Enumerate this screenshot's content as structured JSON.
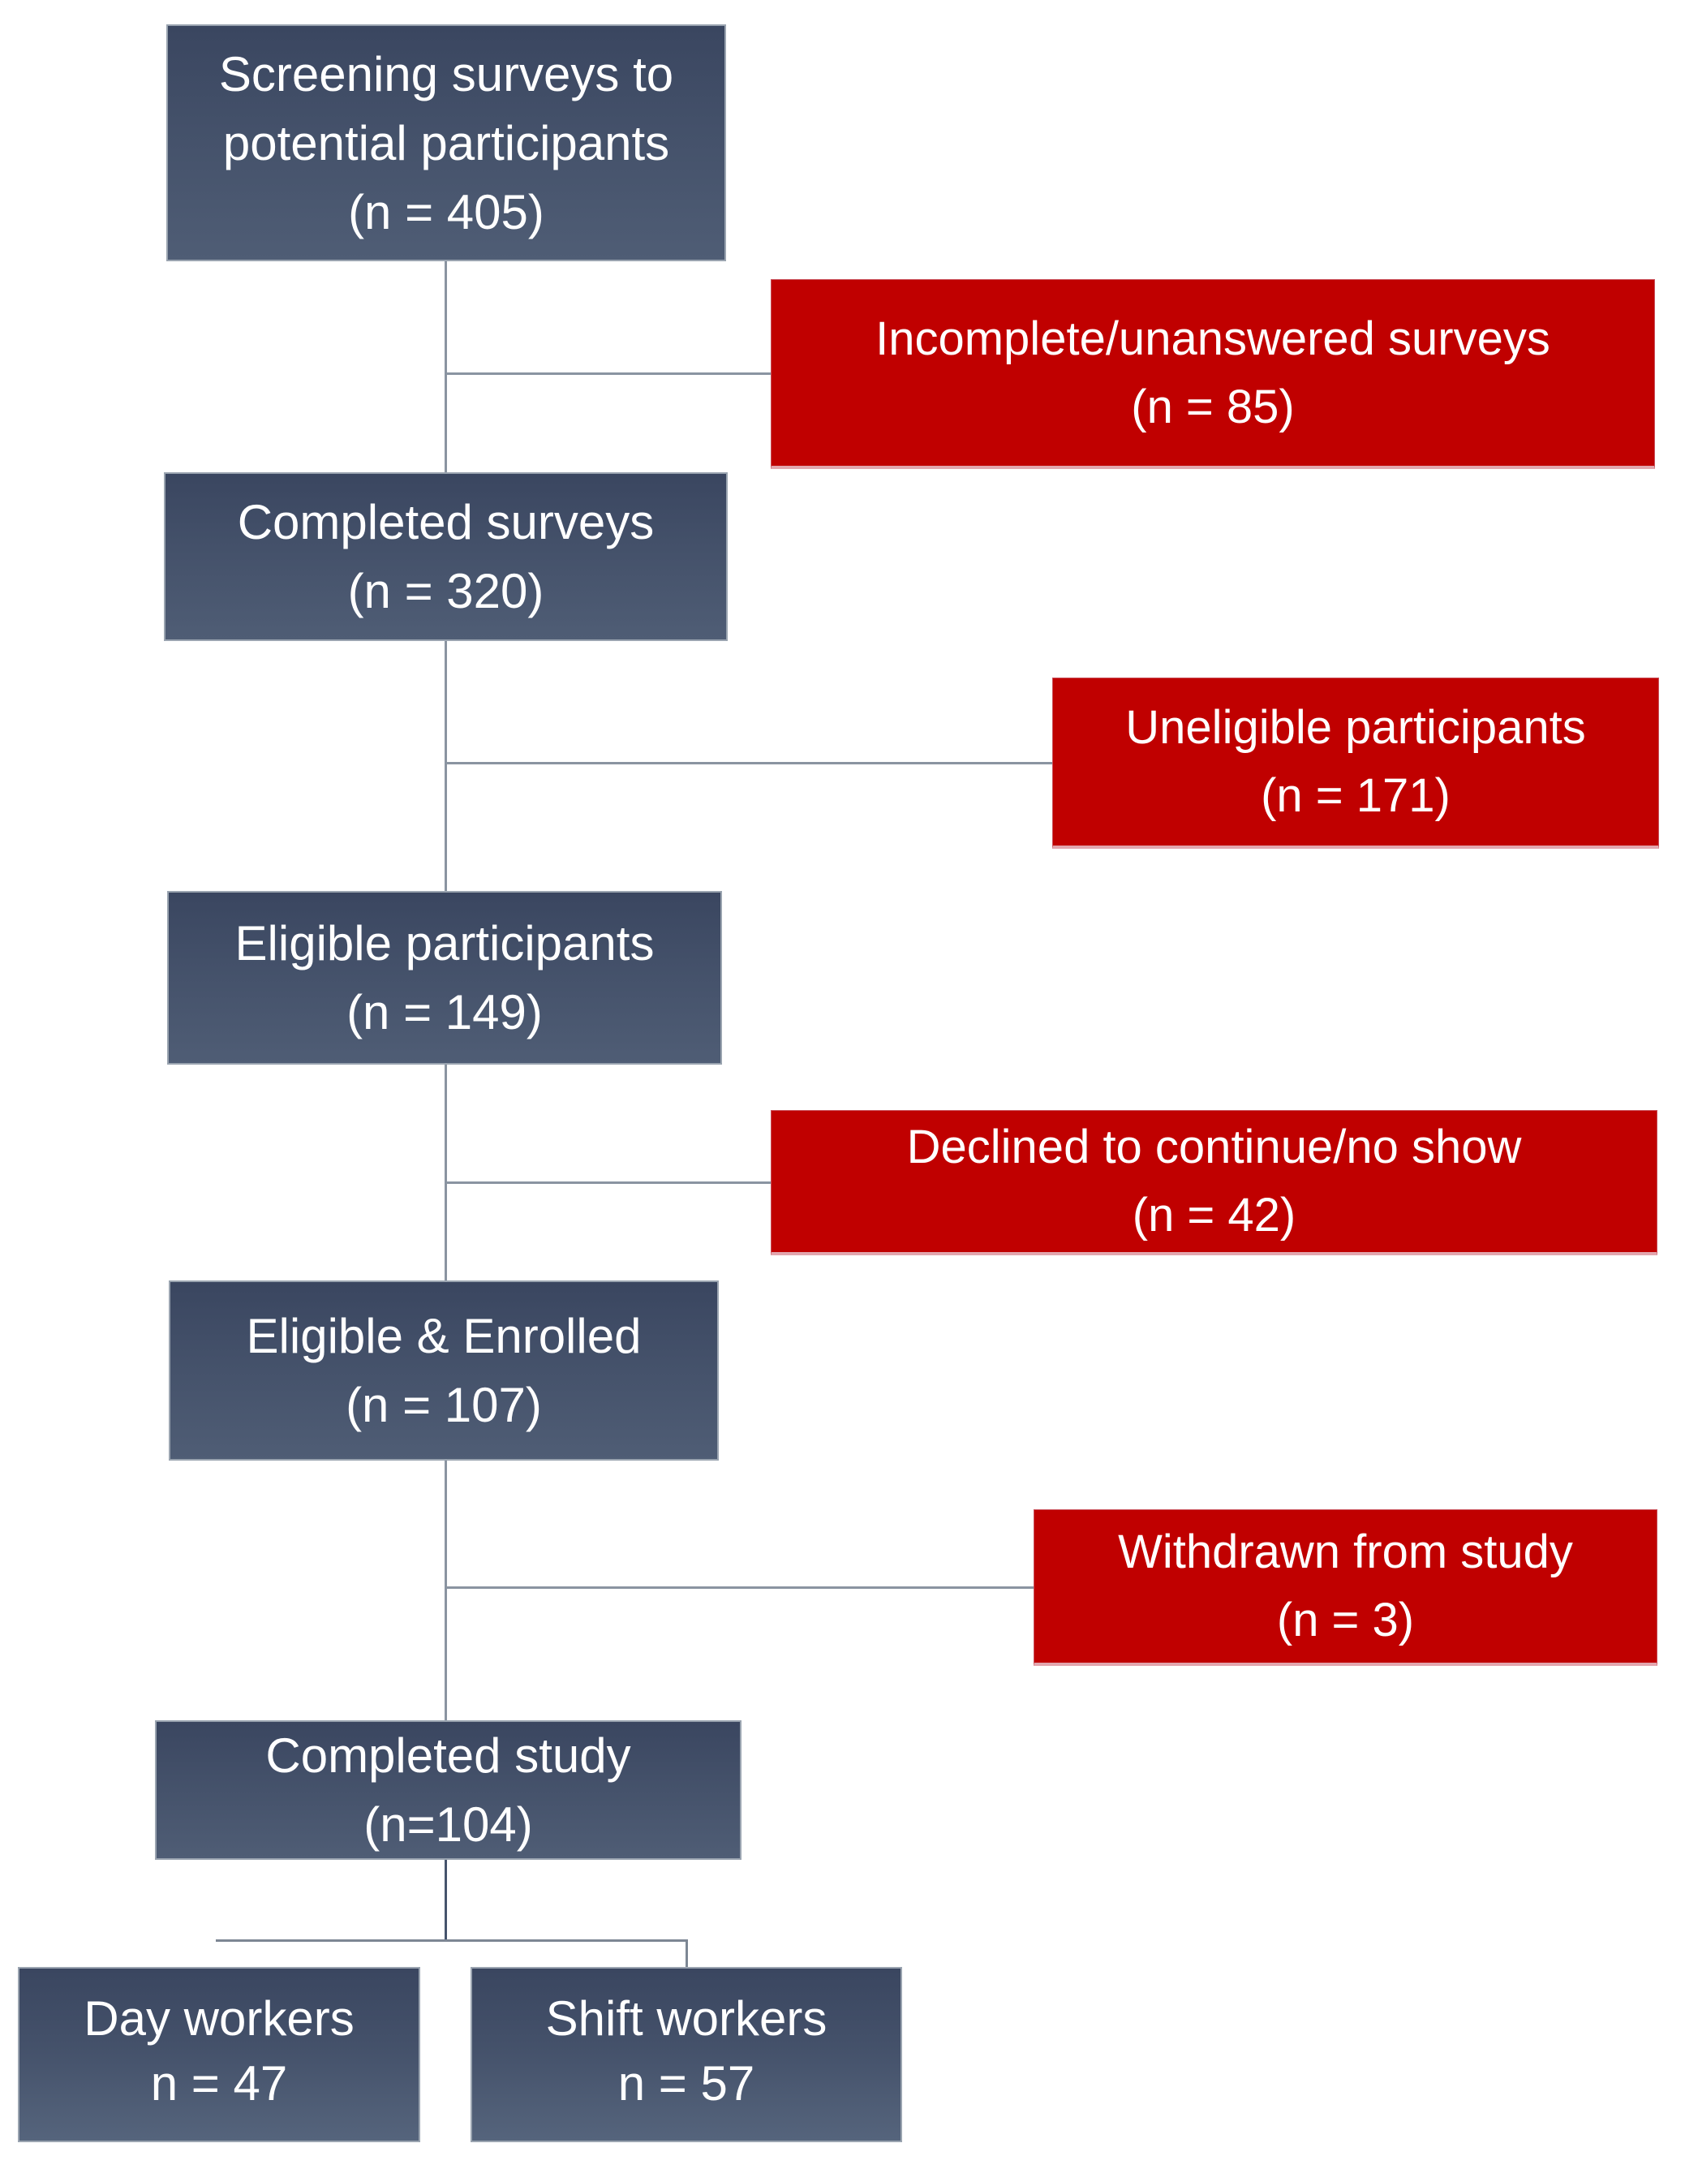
{
  "figure": {
    "type": "participant-flow-diagram"
  },
  "palette": {
    "stage_gradient_top": "#3a4660",
    "stage_gradient_bottom": "#4f5d75",
    "stage_border": "#9aa4b0",
    "exclusion_fill": "#c00000",
    "exclusion_border_bottom": "#e2a6ae",
    "connector": "#8a94a1",
    "connector_dark": "#46546c",
    "text": "#ffffff",
    "background": "#ffffff"
  },
  "stages": [
    {
      "id": "screening",
      "label": "Screening surveys to potential participants",
      "count": "(n = 405)"
    },
    {
      "id": "completed-surveys",
      "label": "Completed surveys",
      "count": "(n = 320)"
    },
    {
      "id": "eligible",
      "label": "Eligible participants",
      "count": "(n = 149)"
    },
    {
      "id": "enrolled",
      "label": "Eligible & Enrolled",
      "count": "(n = 107)"
    },
    {
      "id": "completed-study",
      "label": "Completed study",
      "count": "(n=104)"
    }
  ],
  "exclusions": [
    {
      "id": "incomplete",
      "label": "Incomplete/unanswered surveys",
      "count": "(n = 85)"
    },
    {
      "id": "uneligible",
      "label": "Uneligible participants",
      "count": "(n = 171)"
    },
    {
      "id": "declined",
      "label": "Declined to continue/no show",
      "count": "(n = 42)"
    },
    {
      "id": "withdrawn",
      "label": "Withdrawn from study",
      "count": "(n = 3)"
    }
  ],
  "outcomes": [
    {
      "id": "day-workers",
      "label": "Day workers",
      "count": "n = 47"
    },
    {
      "id": "shift-workers",
      "label": "Shift workers",
      "count": "n = 57"
    }
  ]
}
